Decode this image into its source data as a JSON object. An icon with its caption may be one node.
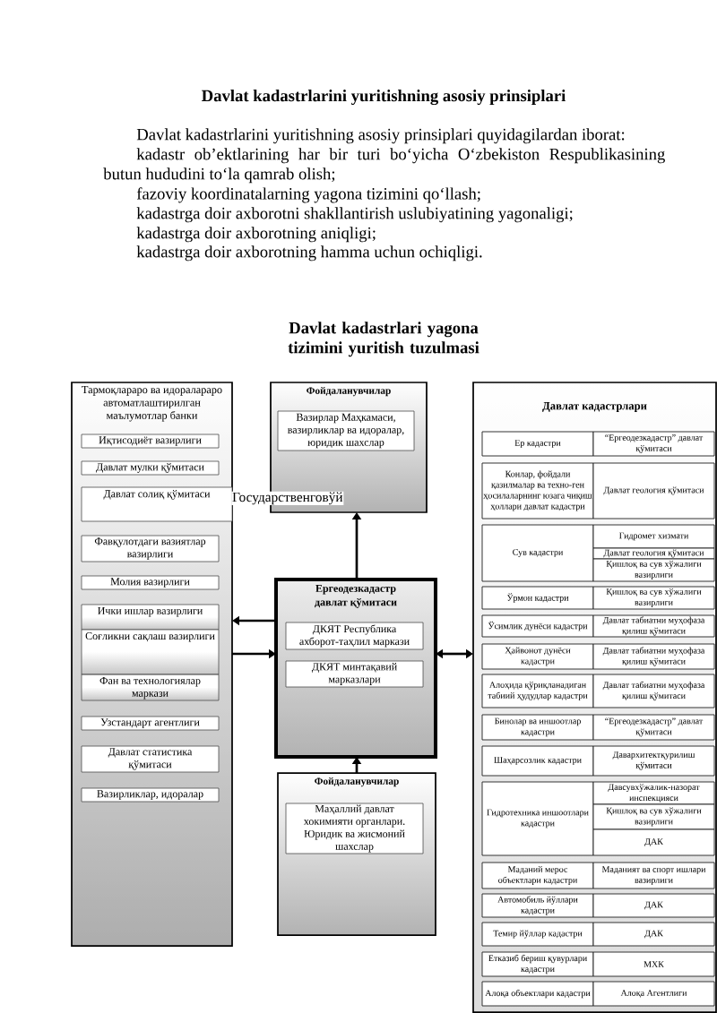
{
  "diagram": {
    "title": "Davlat kadastrlari yagona tizimini yuritish tuzulmasi",
    "nodes": [
      {
        "text": [
          "Тармоқлараро ва идоралараро автоматлаштирилган маълумотлар банки"
        ]
      },
      {
        "text": [
          "Иқтисодиёт вазирлиги"
        ],
        "in": 0
      },
      {
        "text": [
          "Давлат мулки қўмитаси"
        ],
        "in": 0
      },
      {
        "text": [
          "Давлат солиқ қўмитаси"
        ],
        "in": 0
      },
      {
        "text": [
          "Фавқулотдаги вазиятлар вазирлиги"
        ],
        "in": 0
      },
      {
        "text": [
          "Молия вазирлиги"
        ],
        "in": 0
      },
      {
        "text": [
          "Ички ишлар вазирлиги"
        ],
        "in": 0
      },
      {
        "text": [
          "Соғликни сақлаш вазирлиги"
        ],
        "in": 0
      },
      {
        "text": [
          "Фан ва технологиялар маркази"
        ],
        "in": 0
      },
      {
        "text": [
          "Узстандарт агентлиги"
        ],
        "in": 0
      },
      {
        "text": [
          "Давлат статистика қўмитаси"
        ],
        "in": 0
      },
      {
        "text": [
          "Вазирликлар, идоралар"
        ],
        "in": 0
      },
      {
        "text": [
          "Фойдаланувчилар"
        ]
      },
      {
        "text": [
          "Вазирлар Маҳкамаси, вазирликлар ва идоралар, юридик шахслар"
        ],
        "in": 12
      },
      {
        "text": [
          "Ергеодезкадастр давлат қўмитаси"
        ]
      },
      {
        "text": [
          "ДКЯТ Республика ахборот-таҳлил маркази"
        ],
        "in": 14
      },
      {
        "text": [
          "ДКЯТ минтақавий марказлари"
        ],
        "in": 14
      },
      {
        "text": [
          "Фойдаланувчилар"
        ]
      },
      {
        "text": [
          "Маҳаллий давлат хокимияти органлари. Юридик ва жисмоний шахслар"
        ],
        "in": 17
      },
      {
        "text": [
          "Давлат кадастрлари"
        ]
      },
      {
        "text": [
          "Ер кадастри"
        ],
        "in": 19
      },
      {
        "text": [
          "“Ергеодезкадастр” давлат қўмитаси"
        ],
        "in": 19
      },
      {
        "text": [
          "Конлар, фойдали қазилмалар ва техно-ген ҳосилаларнинг юзага чиқиш ҳоллари давлат кадастри"
        ],
        "in": 19
      },
      {
        "text": [
          "Давлат геология қўмитаси"
        ],
        "in": 19
      },
      {
        "text": [
          "Сув кадастри"
        ],
        "in": 19
      },
      {
        "text": [
          "Гидромет хизмати"
        ],
        "in": 19
      },
      {
        "text": [
          "Давлат геология қўмитаси"
        ],
        "in": 19
      },
      {
        "text": [
          "Қишлоқ ва сув хўжалиги вазирлиги"
        ],
        "in": 19
      },
      {
        "text": [
          "Ўрмон кадастри"
        ],
        "in": 19
      },
      {
        "text": [
          "Қишлоқ ва сув хўжалиги вазирлиги"
        ],
        "in": 19
      },
      {
        "text": [
          "Ўсимлик дунёси кадастри"
        ],
        "in": 19
      },
      {
        "text": [
          "Давлат табиатни муҳофаза қилиш қўмитаси"
        ],
        "in": 19
      },
      {
        "text": [
          "Ҳайвонот дунёси кадастри"
        ],
        "in": 19
      },
      {
        "text": [
          "Давлат табиатни муҳофаза қилиш қўмитаси"
        ],
        "in": 19
      },
      {
        "text": [
          "Алоҳида қўриқланадиган табиий ҳудудлар кадастри"
        ],
        "in": 19
      },
      {
        "text": [
          "Давлат табиатни муҳофаза қилиш қўмитаси"
        ],
        "in": 19
      },
      {
        "text": [
          "Бинолар ва иншоотлар кадастри"
        ],
        "in": 19
      },
      {
        "text": [
          "“Ергеодезкадастр” давлат қўмитаси"
        ],
        "in": 19
      },
      {
        "text": [
          "Шаҳарсозлик кадастри"
        ],
        "in": 19
      },
      {
        "text": [
          "Давархитектқурилиш қўмитаси"
        ],
        "in": 19
      },
      {
        "text": [
          "Гидротехника иншоотлари кадастри"
        ],
        "in": 19
      },
      {
        "text": [
          "Давсувхўжалик-назорат инспекцияси"
        ],
        "in": 19
      },
      {
        "text": [
          "Қишлоқ ва сув хўжалиги вазирлиги"
        ],
        "in": 19
      },
      {
        "text": [
          "ДАК"
        ],
        "in": 19
      },
      {
        "text": [
          "Маданий мерос объектлари кадастри"
        ],
        "in": 19
      },
      {
        "text": [
          "Маданият ва спорт ишлари вазирлиги"
        ],
        "in": 19
      },
      {
        "text": [
          "Автомобиль йўллари кадастри"
        ],
        "in": 19
      },
      {
        "text": [
          "ДАК"
        ],
        "in": 19
      },
      {
        "text": [
          "Темир йўллар кадастри"
        ],
        "in": 19
      },
      {
        "text": [
          "ДАК"
        ],
        "in": 19
      },
      {
        "text": [
          "Етказиб бериш қувурлари кадастри"
        ],
        "in": 19
      },
      {
        "text": [
          "МХК"
        ],
        "in": 19
      },
      {
        "text": [
          "Алоқа объектлари кадастри"
        ],
        "in": 19
      },
      {
        "text": [
          "Алоқа Агентлиги"
        ],
        "in": 19
      }
    ],
    "edges": [
      {
        "from": 14,
        "to": 12,
        "arrow": "to"
      },
      {
        "from": 14,
        "to": 0,
        "arrow": "to"
      },
      {
        "from": 0,
        "to": 14,
        "arrow": "to"
      },
      {
        "from": 14,
        "to": 19,
        "arrow": "both"
      },
      {
        "from": 17,
        "to": 14,
        "arrow": "to"
      }
    ],
    "labels": [
      "Davlat kadastrlarini yuritishning asosiy prinsiplari",
      "Davlat kadastrlarini yuritishning asosiy prinsiplari quyidagilardan iborat:",
      "kadastr ob’ektlarining har bir turi bo‘yicha O‘zbekiston Respublikasining butun hududini to‘la qamrab olish;",
      "fazoviy koordinatalarning yagona tizimini qo‘llash;",
      "kadastrga doir axborotni shakllantirish uslubiyatining yagonaligi;",
      "kadastrga doir axborotning aniqligi;",
      "kadastrga doir axborotning hamma uchun ochiqligi.",
      "Государственговўй"
    ]
  }
}
